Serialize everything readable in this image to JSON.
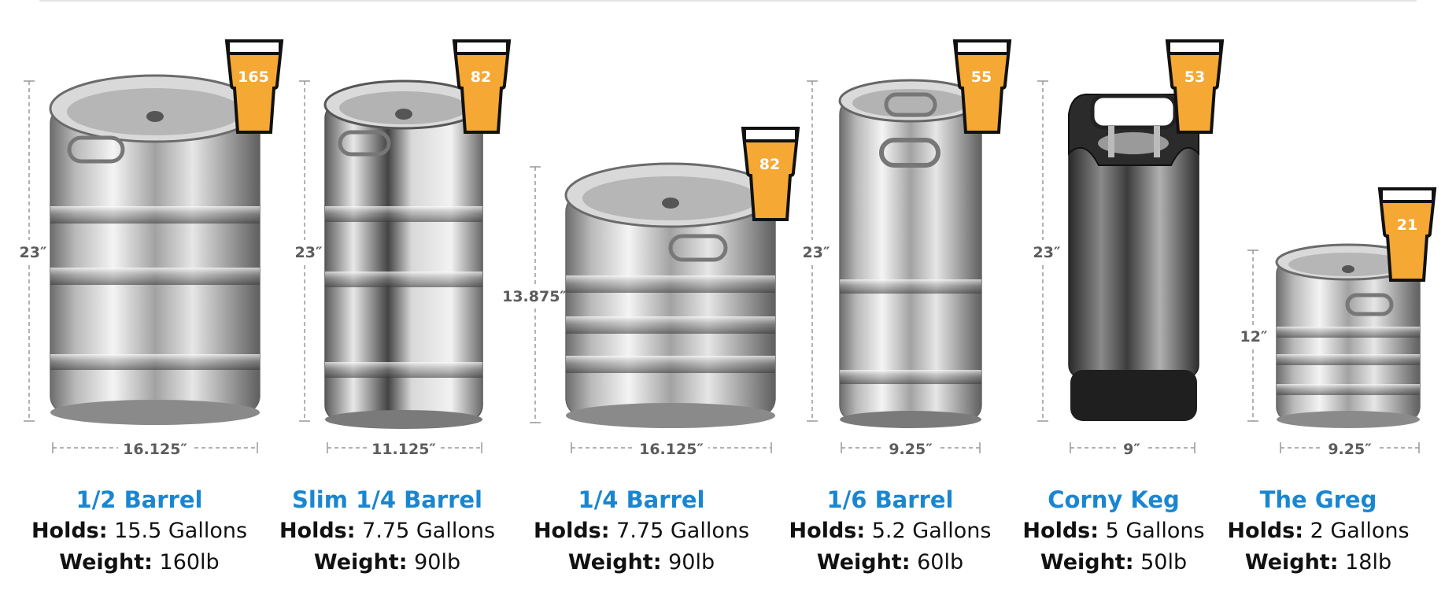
{
  "kegs": [
    {
      "name": "1/2 Barrel",
      "height": "23″",
      "width": "16.125″",
      "pints": "165",
      "holds_label": "Holds:",
      "holds": "15.5 Gallons",
      "weight_label": "Weight:",
      "weight": "160lb"
    },
    {
      "name": "Slim 1/4 Barrel",
      "height": "23″",
      "width": "11.125″",
      "pints": "82",
      "holds_label": "Holds:",
      "holds": "7.75 Gallons",
      "weight_label": "Weight:",
      "weight": "90lb"
    },
    {
      "name": "1/4 Barrel",
      "height": "13.875″",
      "width": "16.125″",
      "pints": "82",
      "holds_label": "Holds:",
      "holds": "7.75 Gallons",
      "weight_label": "Weight:",
      "weight": "90lb"
    },
    {
      "name": "1/6 Barrel",
      "height": "23″",
      "width": "9.25″",
      "pints": "55",
      "holds_label": "Holds:",
      "holds": "5.2 Gallons",
      "weight_label": "Weight:",
      "weight": "60lb"
    },
    {
      "name": "Corny Keg",
      "height": "23″",
      "width": "9″",
      "pints": "53",
      "holds_label": "Holds:",
      "holds": "5 Gallons",
      "weight_label": "Weight:",
      "weight": "50lb"
    },
    {
      "name": "The Greg",
      "height": "12″",
      "width": "9.25″",
      "pints": "21",
      "holds_label": "Holds:",
      "holds": "2 Gallons",
      "weight_label": "Weight:",
      "weight": "18lb"
    }
  ],
  "colors": {
    "accent_blue": "#1a86d0",
    "beer": "#f5a833",
    "steel_light": "#eeeeee",
    "steel_dark": "#6e6e6e",
    "corny_body": "#2a2a2a"
  }
}
